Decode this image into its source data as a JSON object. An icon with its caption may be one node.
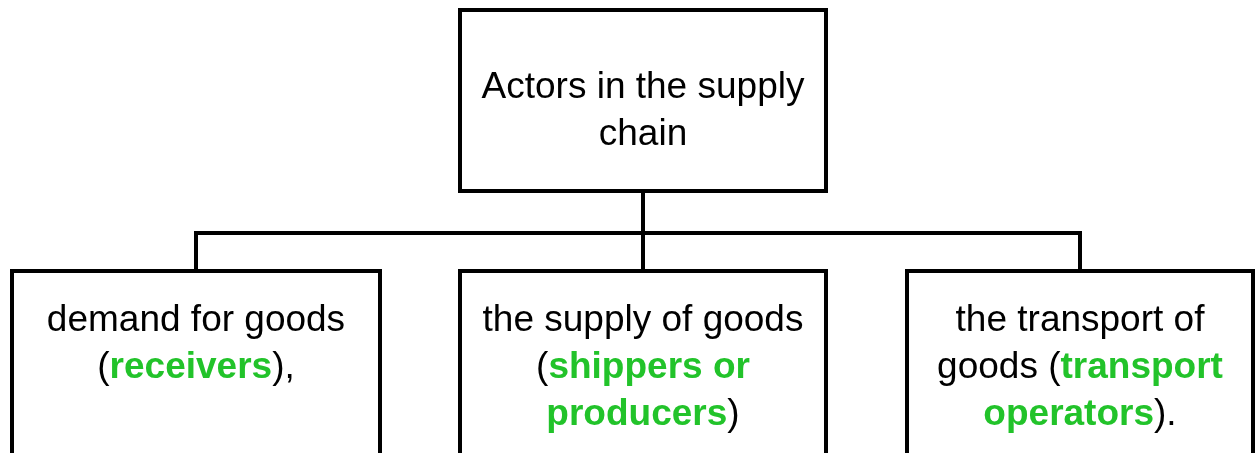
{
  "diagram": {
    "nodes": [
      {
        "text": [
          "Actors in the supply chain"
        ]
      },
      {
        "text": [
          "demand for goods (**receivers**),"
        ]
      },
      {
        "text": [
          "the supply of goods (**shippers or producers**)"
        ]
      },
      {
        "text": [
          "the transport of goods (**transport operators**)."
        ]
      }
    ],
    "edges": [
      {
        "from": 0,
        "to": 1,
        "arrow": "none"
      },
      {
        "from": 0,
        "to": 2,
        "arrow": "none"
      },
      {
        "from": 0,
        "to": 3,
        "arrow": "none"
      }
    ]
  }
}
